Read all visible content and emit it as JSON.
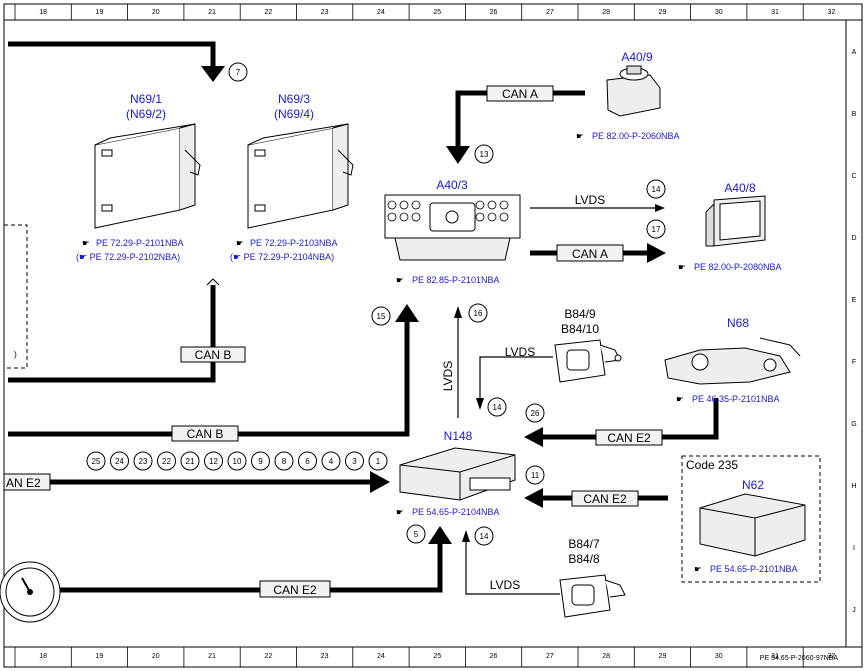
{
  "grid": {
    "columns": [
      "18",
      "19",
      "20",
      "21",
      "22",
      "23",
      "24",
      "25",
      "26",
      "27",
      "28",
      "29",
      "30",
      "31",
      "32"
    ],
    "rows_right": [
      "A",
      "B",
      "C",
      "D",
      "E",
      "F",
      "G",
      "H",
      "I",
      "J"
    ]
  },
  "components": {
    "n69_1": {
      "label": "N69/1",
      "alt": "(N69/2)",
      "ref1": "PE 72.29-P-2101NBA",
      "ref2": "(☛ PE 72.29-P-2102NBA)"
    },
    "n69_3": {
      "label": "N69/3",
      "alt": "(N69/4)",
      "ref1": "PE 72.29-P-2103NBA",
      "ref2": "(☛ PE 72.29-P-2104NBA)"
    },
    "a40_9": {
      "label": "A40/9",
      "ref": "PE 82.00-P-2060NBA"
    },
    "a40_3": {
      "label": "A40/3",
      "ref": "PE 82.85-P-2101NBA"
    },
    "a40_8": {
      "label": "A40/8",
      "ref": "PE 82.00-P-2080NBA"
    },
    "b84_9": {
      "label1": "B84/9",
      "label2": "B84/10"
    },
    "n68": {
      "label": "N68",
      "ref": "PE 46.35-P-2101NBA"
    },
    "n148": {
      "label": "N148",
      "ref": "PE 54.65-P-2104NBA"
    },
    "n62": {
      "code": "Code 235",
      "label": "N62",
      "ref": "PE 54.65-P-2101NBA"
    },
    "b84_7": {
      "label1": "B84/7",
      "label2": "B84/8"
    }
  },
  "bus_labels": {
    "can_a_top": "CAN A",
    "can_a_right": "CAN A",
    "can_b_left": "CAN B",
    "can_b_bottom": "CAN B",
    "can_e2_left": "AN E2",
    "can_e2_bottom": "CAN E2",
    "can_e2_n68": "CAN E2",
    "can_e2_n62": "CAN E2",
    "lvds_a40_8": "LVDS",
    "lvds_b84_9": "LVDS",
    "lvds_vertical": "LVDS",
    "lvds_b84_7": "LVDS"
  },
  "callouts": {
    "c7": "7",
    "c13": "13",
    "c14a": "14",
    "c17": "17",
    "c15": "15",
    "c16": "16",
    "c14b": "14",
    "c26": "26",
    "c11": "11",
    "c5": "5",
    "c14c": "14"
  },
  "pin_row": [
    "25",
    "24",
    "23",
    "22",
    "21",
    "12",
    "10",
    "9",
    "8",
    "6",
    "4",
    "3",
    "1"
  ],
  "footer_ref": "PE 54.65-P-2060-97NBA",
  "colors": {
    "ref_text": "#1a1ad0",
    "line": "#000000",
    "bus_fill": "#f2f2f2"
  }
}
